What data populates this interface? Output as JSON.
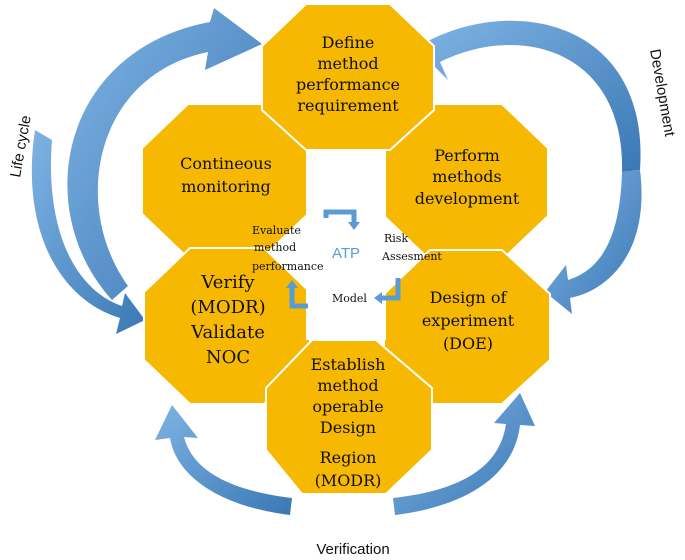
{
  "colors": {
    "octagon_fill": "#f6b800",
    "octagon_stroke": "#ffffff",
    "arrow_blue": "#5b9bd5",
    "arrow_blue_dark": "#3a78b5",
    "center_fill": "#ffffff"
  },
  "octagons": {
    "define": [
      "Define",
      "method",
      "performance",
      "requirement"
    ],
    "perform": [
      "Perform",
      "methods",
      "development"
    ],
    "doe": [
      "Design of",
      "experiment",
      "(DOE)"
    ],
    "establish": [
      "Establish",
      "method",
      "operable",
      "Design",
      "Region",
      "(MODR)"
    ],
    "verify": [
      "Verify",
      "(MODR)",
      "Validate",
      "NOC"
    ],
    "monitor": [
      "Contineous",
      "monitoring"
    ]
  },
  "center": {
    "title": "ATP",
    "evaluate": [
      "Evaluate",
      "method",
      "performance"
    ],
    "risk": [
      "Risk",
      "Assesment"
    ],
    "model": "Model"
  },
  "outer_labels": {
    "life_cycle": "Life cycle",
    "development": "Development",
    "verification": "Verification"
  },
  "icons": [
    "curved-arrow-icon"
  ]
}
